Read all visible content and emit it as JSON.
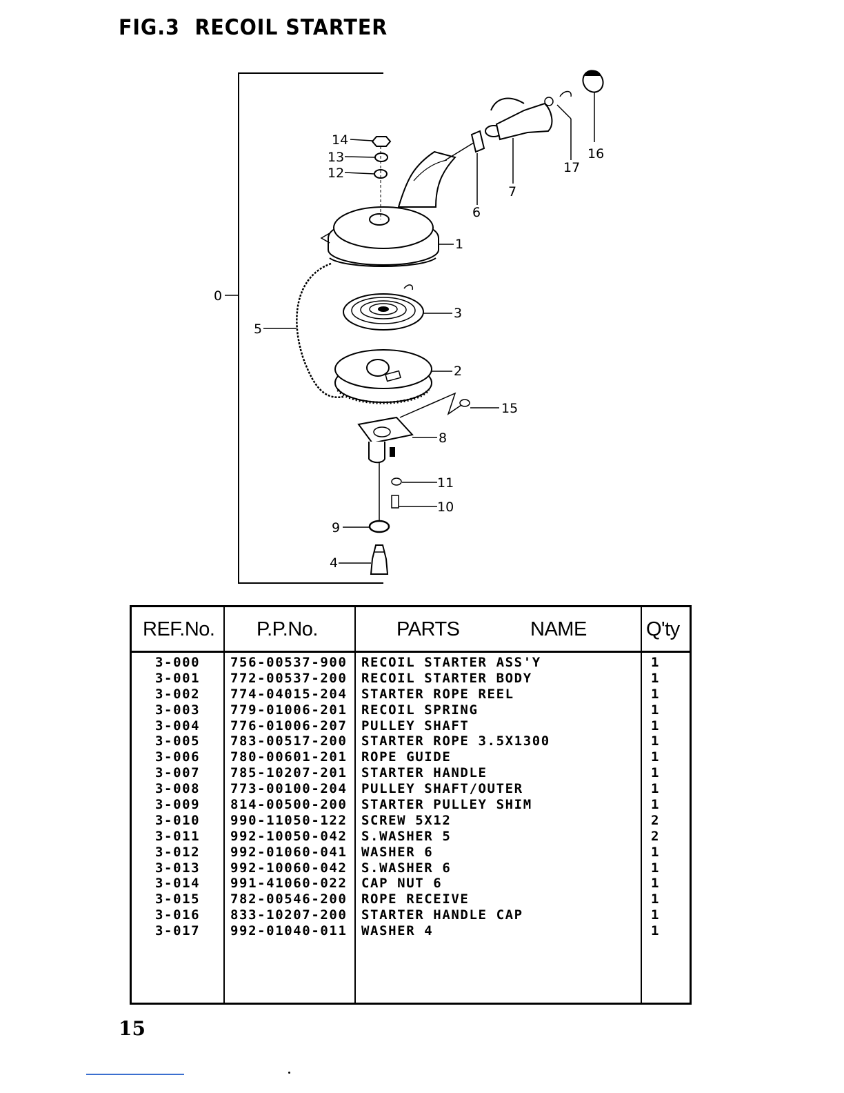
{
  "figure": {
    "title": "FIG.3  RECOIL STARTER"
  },
  "diagram_labels": {
    "n0": "0",
    "n1": "1",
    "n2": "2",
    "n3": "3",
    "n4": "4",
    "n5": "5",
    "n6": "6",
    "n7": "7",
    "n8": "8",
    "n9": "9",
    "n10": "10",
    "n11": "11",
    "n12": "12",
    "n13": "13",
    "n14": "14",
    "n15": "15",
    "n16": "16",
    "n17": "17"
  },
  "table": {
    "headers": {
      "ref": "REF.No.",
      "pp": "P.P.No.",
      "parts": "PARTS",
      "name": "NAME",
      "qty": "Q'ty"
    },
    "rows": [
      {
        "ref": "3-000",
        "pp": "756-00537-900",
        "name": "RECOIL STARTER ASS'Y",
        "qty": "1"
      },
      {
        "ref": "3-001",
        "pp": "772-00537-200",
        "name": "RECOIL STARTER BODY",
        "qty": "1"
      },
      {
        "ref": "3-002",
        "pp": "774-04015-204",
        "name": "STARTER ROPE REEL",
        "qty": "1"
      },
      {
        "ref": "3-003",
        "pp": "779-01006-201",
        "name": "RECOIL SPRING",
        "qty": "1"
      },
      {
        "ref": "3-004",
        "pp": "776-01006-207",
        "name": "PULLEY SHAFT",
        "qty": "1"
      },
      {
        "ref": "3-005",
        "pp": "783-00517-200",
        "name": "STARTER ROPE 3.5X1300",
        "qty": "1"
      },
      {
        "ref": "3-006",
        "pp": "780-00601-201",
        "name": "ROPE GUIDE",
        "qty": "1"
      },
      {
        "ref": "3-007",
        "pp": "785-10207-201",
        "name": "STARTER HANDLE",
        "qty": "1"
      },
      {
        "ref": "3-008",
        "pp": "773-00100-204",
        "name": "PULLEY SHAFT/OUTER",
        "qty": "1"
      },
      {
        "ref": "3-009",
        "pp": "814-00500-200",
        "name": "STARTER PULLEY SHIM",
        "qty": "1"
      },
      {
        "ref": "3-010",
        "pp": "990-11050-122",
        "name": "SCREW 5X12",
        "qty": "2"
      },
      {
        "ref": "3-011",
        "pp": "992-10050-042",
        "name": "S.WASHER 5",
        "qty": "2"
      },
      {
        "ref": "3-012",
        "pp": "992-01060-041",
        "name": "WASHER 6",
        "qty": "1"
      },
      {
        "ref": "3-013",
        "pp": "992-10060-042",
        "name": "S.WASHER 6",
        "qty": "1"
      },
      {
        "ref": "3-014",
        "pp": "991-41060-022",
        "name": "CAP NUT 6",
        "qty": "1"
      },
      {
        "ref": "3-015",
        "pp": "782-00546-200",
        "name": "ROPE RECEIVE",
        "qty": "1"
      },
      {
        "ref": "3-016",
        "pp": "833-10207-200",
        "name": "STARTER HANDLE CAP",
        "qty": "1"
      },
      {
        "ref": "3-017",
        "pp": "992-01040-011",
        "name": "WASHER 4",
        "qty": "1"
      }
    ]
  },
  "page_number": "15"
}
